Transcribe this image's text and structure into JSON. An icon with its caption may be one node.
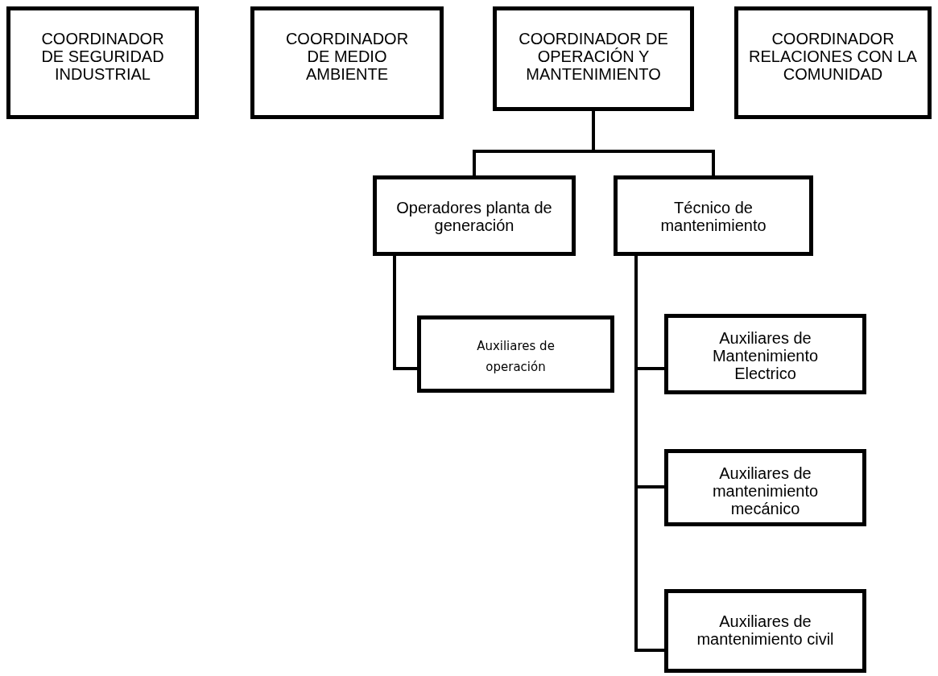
{
  "diagram": {
    "nodes": [
      {
        "text": [
          "COORDINADOR DE SEGURIDAD INDUSTRIAL"
        ]
      },
      {
        "text": [
          "COORDINADOR DE MEDIO AMBIENTE"
        ]
      },
      {
        "text": [
          "COORDINADOR DE OPERACIÓN Y MANTENIMIENTO"
        ]
      },
      {
        "text": [
          "COORDINADOR RELACIONES CON LA COMUNIDAD"
        ]
      },
      {
        "text": [
          "Operadores planta de generación"
        ]
      },
      {
        "text": [
          "Técnico de mantenimiento"
        ]
      },
      {
        "text": [
          "Auxiliares de operación"
        ]
      },
      {
        "text": [
          "Auxiliares de Mantenimiento Electrico"
        ]
      },
      {
        "text": [
          "Auxiliares de mantenimiento mecánico"
        ]
      },
      {
        "text": [
          "Auxiliares de mantenimiento civil"
        ]
      }
    ],
    "edges": [
      {
        "from": 2,
        "to": 4,
        "arrow": "none"
      },
      {
        "from": 2,
        "to": 5,
        "arrow": "none"
      },
      {
        "from": 4,
        "to": 6,
        "arrow": "none"
      },
      {
        "from": 5,
        "to": 7,
        "arrow": "none"
      },
      {
        "from": 5,
        "to": 8,
        "arrow": "none"
      },
      {
        "from": 5,
        "to": 9,
        "arrow": "none"
      }
    ]
  }
}
